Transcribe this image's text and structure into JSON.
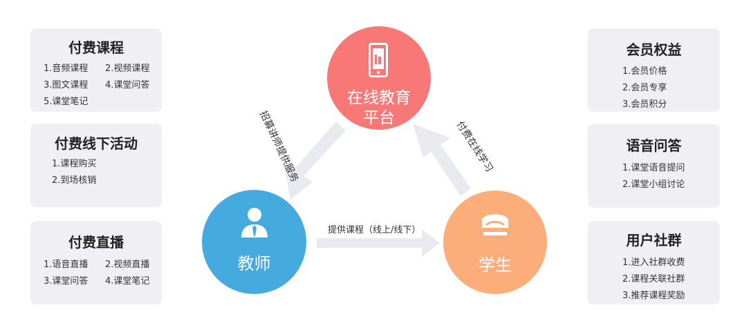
{
  "left_cards": [
    {
      "title": "付费课程",
      "items": [
        "1.音频课程",
        "2.视频课程",
        "3.图文课程",
        "4.课堂问答",
        "5.课堂笔记"
      ]
    },
    {
      "title": "付费线下活动",
      "items": [
        "1.课程购买",
        "2.到场核销"
      ]
    },
    {
      "title": "付费直播",
      "items": [
        "1.语音直播",
        "2.视频直播",
        "3.课堂问答",
        "4.课堂笔记"
      ]
    }
  ],
  "right_cards": [
    {
      "title": "会员权益",
      "items": [
        "1.会员价格",
        "2.会员专享",
        "3.会员积分"
      ]
    },
    {
      "title": "语音问答",
      "items": [
        "1.课堂语音提问",
        "2.课堂小组讨论"
      ]
    },
    {
      "title": "用户社群",
      "items": [
        "1.进入社群收费",
        "2.课程关联社群",
        "3.推荐课程奖励"
      ]
    }
  ],
  "nodes": {
    "platform": {
      "line1": "在线教育",
      "line2": "平台",
      "color": "#f87878"
    },
    "teacher": {
      "label": "教师",
      "color": "#45abdf"
    },
    "student": {
      "label": "学生",
      "color": "#fbad7a"
    }
  },
  "edges": {
    "platform_to_teacher": "招募讲师提供服务",
    "student_to_platform": "付费在线学习",
    "teacher_to_student": "提供课程（线上/线下）"
  },
  "colors": {
    "card_bg": "#f0f0f4",
    "arrow": "#e9e9f0"
  },
  "icons": {
    "platform": "smartphone-icon",
    "teacher": "person-tie-icon",
    "student": "graduation-cap-icon"
  }
}
